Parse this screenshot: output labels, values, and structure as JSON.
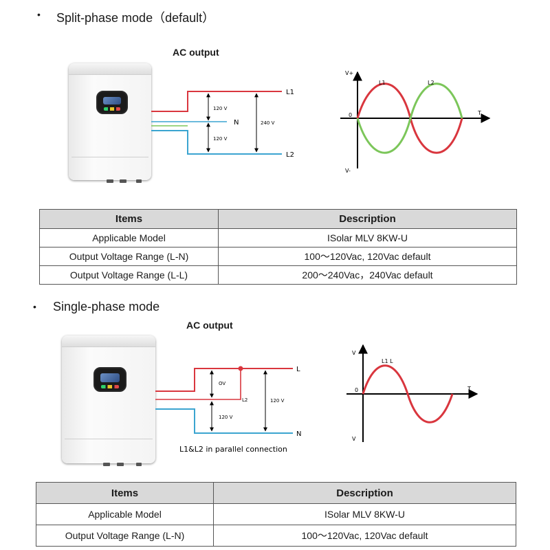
{
  "sections": [
    {
      "bullet": "•",
      "heading": "Split-phase mode（default）",
      "ac_output": "AC output",
      "wiring": {
        "L1": "L1",
        "N": "N",
        "L2": "L2",
        "v_upper": "120 V",
        "v_lower": "120 V",
        "v_total": "240 V"
      },
      "wave": {
        "vplus": "V+",
        "vminus": "V-",
        "zero": "0",
        "t": "T",
        "l1": "L1",
        "l2": "L2"
      },
      "table": {
        "headers": [
          "Items",
          "Description"
        ],
        "rows": [
          [
            "Applicable Model",
            "ISolar MLV 8KW-U"
          ],
          [
            "Output Voltage Range (L-N)",
            "100～120Vac, 120Vac default"
          ],
          [
            "Output Voltage Range (L-L)",
            "200～240Vac，240Vac default"
          ]
        ]
      }
    },
    {
      "bullet": "•",
      "heading": "Single-phase mode",
      "ac_output": "AC output",
      "wiring": {
        "L": "L",
        "L2": "L2",
        "N": "N",
        "v_upper": "OV",
        "v_lower": "120 V",
        "v_total": "120 V",
        "note": "L1&L2 in parallel connection"
      },
      "wave": {
        "v": "V",
        "vbottom": "V",
        "zero": "0",
        "t": "T",
        "l": "L1 L"
      },
      "table": {
        "headers": [
          "Items",
          "Description"
        ],
        "rows": [
          [
            "Applicable Model",
            "ISolar MLV 8KW-U"
          ],
          [
            "Output Voltage Range (L-N)",
            "100～120Vac, 120Vac default"
          ]
        ]
      }
    }
  ],
  "colors": {
    "red": "#d9363e",
    "green": "#7cc65a",
    "blue": "#3aa4d0",
    "black": "#000000"
  }
}
